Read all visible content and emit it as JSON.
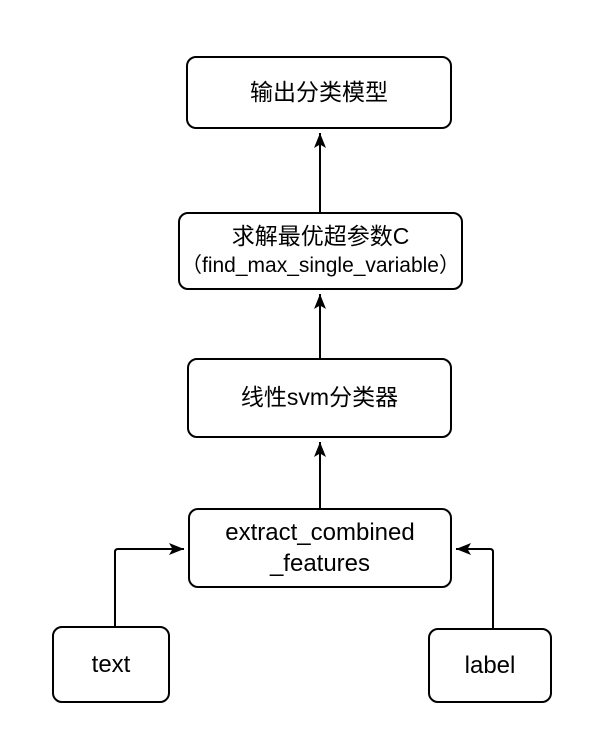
{
  "diagram": {
    "type": "flowchart",
    "background_color": "#ffffff",
    "node_fill_color": "#ffffff",
    "stroke_color": "#000000",
    "nodes": [
      {
        "id": "output-model",
        "label": "输出分类模型"
      },
      {
        "id": "find-max",
        "label": "求解最优超参数C",
        "label2": "（find_max_single_variable）"
      },
      {
        "id": "svm-classifier",
        "label": "线性svm分类器"
      },
      {
        "id": "extract-features",
        "label": "extract_combined",
        "label2": "_features"
      },
      {
        "id": "text-input",
        "label": "text"
      },
      {
        "id": "label-input",
        "label": "label"
      }
    ],
    "edges": [
      {
        "from": "text-input",
        "to": "extract-features"
      },
      {
        "from": "label-input",
        "to": "extract-features"
      },
      {
        "from": "extract-features",
        "to": "svm-classifier"
      },
      {
        "from": "svm-classifier",
        "to": "find-max"
      },
      {
        "from": "find-max",
        "to": "output-model"
      }
    ]
  }
}
